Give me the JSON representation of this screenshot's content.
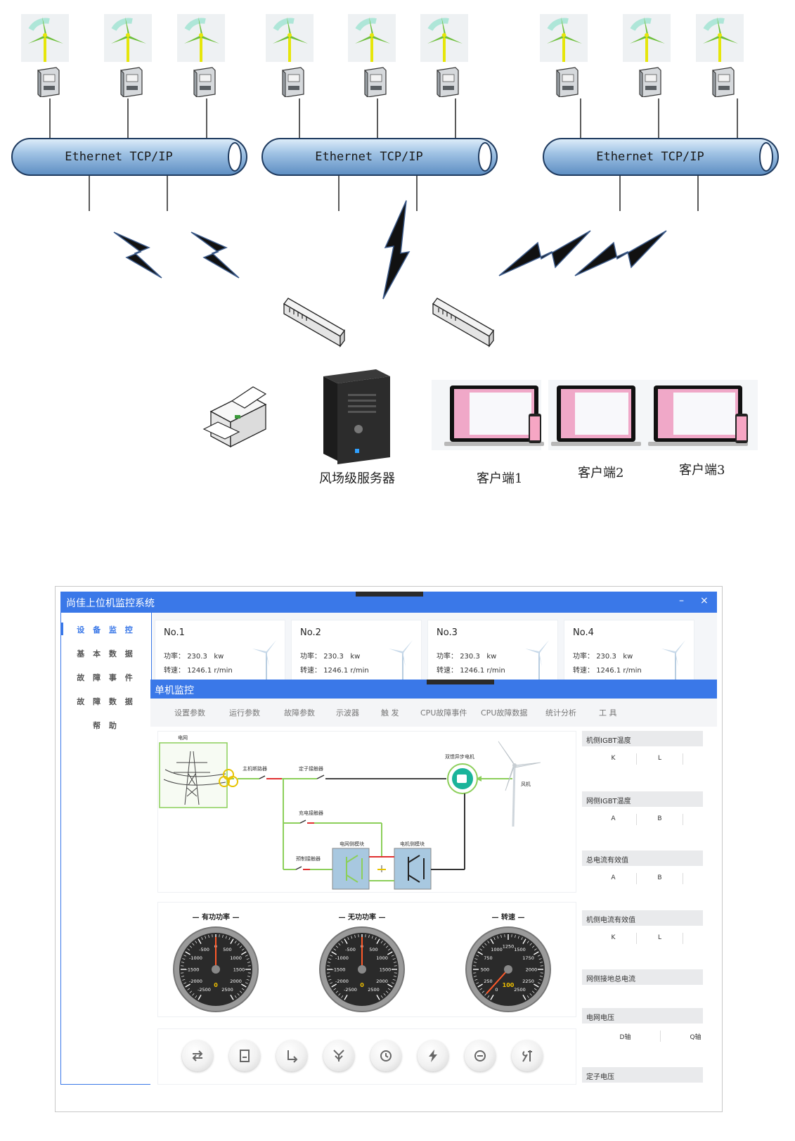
{
  "network": {
    "bus_label": "Ethernet TCP/IP",
    "server_label": "风场级服务器",
    "clients": [
      "客户端1",
      "客户端2",
      "客户端3"
    ]
  },
  "app": {
    "title": "尚佳上位机监控系统",
    "minimize": "–",
    "close": "×",
    "nav": [
      "设 备 监 控",
      "基 本 数 据",
      "故 障 事 件",
      "故 障 数 据",
      "帮    助"
    ],
    "cards": [
      {
        "no": "No.1",
        "power_label": "功率：",
        "power": "230.3",
        "power_unit": "kw",
        "speed_label": "转速：",
        "speed": "1246.1",
        "speed_unit": "r/min"
      },
      {
        "no": "No.2",
        "power_label": "功率：",
        "power": "230.3",
        "power_unit": "kw",
        "speed_label": "转速：",
        "speed": "1246.1",
        "speed_unit": "r/min"
      },
      {
        "no": "No.3",
        "power_label": "功率：",
        "power": "230.3",
        "power_unit": "kw",
        "speed_label": "转速：",
        "speed": "1246.1",
        "speed_unit": "r/min"
      },
      {
        "no": "No.4",
        "power_label": "功率：",
        "power": "230.3",
        "power_unit": "kw",
        "speed_label": "转速：",
        "speed": "1246.1",
        "speed_unit": "r/min"
      }
    ]
  },
  "single": {
    "title": "单机监控",
    "tabs": [
      "设置参数",
      "运行参数",
      "故障参数",
      "示波器",
      "触  发",
      "CPU故障事件",
      "CPU故障数据",
      "统计分析",
      "工  具"
    ],
    "schematic": {
      "grid": "电网",
      "main_breaker": "主机断路器",
      "stator_contactor": "定子接触器",
      "charge_contactor": "充电接触器",
      "grid_module": "电网侧模块",
      "motor_module": "电机侧模块",
      "precharge_contactor": "预制接触器",
      "generator": "双馈异步电机",
      "wind": "风机"
    },
    "gauges": [
      {
        "title": "— 有功功率 —",
        "ticks": [
          "-2500",
          "-2000",
          "-1500",
          "-1000",
          "-500",
          "0",
          "500",
          "1000",
          "1500",
          "2000",
          "2500"
        ],
        "value": 0,
        "readout": "0"
      },
      {
        "title": "— 无功功率 —",
        "ticks": [
          "-2500",
          "-2000",
          "-1500",
          "-1000",
          "-500",
          "0",
          "500",
          "1000",
          "1500",
          "2000",
          "2500"
        ],
        "value": 0,
        "readout": "0"
      },
      {
        "title": "— 转速 —",
        "ticks": [
          "0",
          "250",
          "500",
          "750",
          "1000",
          "1250",
          "1500",
          "1750",
          "2000",
          "2250",
          "2500"
        ],
        "value": 100,
        "readout": "100"
      }
    ],
    "right_panel": [
      {
        "title": "机侧IGBT温度",
        "cols": [
          "K",
          "L"
        ]
      },
      {
        "title": "网侧IGBT温度",
        "cols": [
          "A",
          "B"
        ]
      },
      {
        "title": "总电流有效值",
        "cols": [
          "A",
          "B"
        ]
      },
      {
        "title": "机侧电流有效值",
        "cols": [
          "K",
          "L"
        ]
      },
      {
        "title": "网侧接地总电流",
        "cols": []
      },
      {
        "title": "电网电压",
        "cols": [
          "D轴",
          "Q轴"
        ]
      },
      {
        "title": "定子电压",
        "cols": []
      }
    ],
    "buttons": [
      "swap-icon",
      "document-icon",
      "corner-arrow-icon",
      "merge-icon",
      "clock-icon",
      "lightning-icon",
      "minus-circle-icon",
      "tools-icon"
    ]
  },
  "colors": {
    "accent": "#3a78e8",
    "bus": "#7ea6d4",
    "active_line": "#8ccf5a",
    "red_line": "#e03030",
    "module": "#a8c8e0"
  }
}
